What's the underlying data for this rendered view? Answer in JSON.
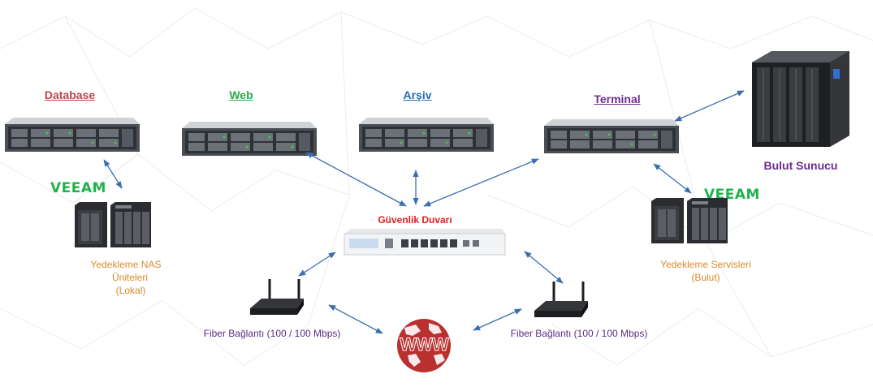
{
  "servers": {
    "database": {
      "label": "Database",
      "color": "#b5484b"
    },
    "web": {
      "label": "Web",
      "color": "#2aa84a"
    },
    "arsiv": {
      "label": "Arşiv",
      "color": "#1f6fb5"
    },
    "terminal": {
      "label": "Terminal",
      "color": "#6b2d8a"
    }
  },
  "cloud_server": {
    "label": "Bulut Sunucu",
    "color": "#6b2d8a"
  },
  "firewall": {
    "label": "Güvenlik Duvarı"
  },
  "nas_left": {
    "brand": "VEEAM",
    "label_lines": [
      "Yedekleme NAS",
      "Üniteleri",
      "(Lokal)"
    ]
  },
  "nas_right": {
    "brand": "VEEAM",
    "label_lines": [
      "Yedekleme Servisleri",
      "(Bulut)"
    ]
  },
  "router_left": {
    "label": "Fiber Bağlantı (100 / 100 Mbps)"
  },
  "router_right": {
    "label": "Fiber Bağlantı (100 / 100 Mbps)"
  },
  "internet": {
    "label": "WWW"
  },
  "colors": {
    "arrow": "#3b6fb0",
    "nas_text": "#d98a2b",
    "fiber_text": "#5a2d82",
    "firewall_text": "#e02020",
    "veeam": "#1fb34b"
  }
}
